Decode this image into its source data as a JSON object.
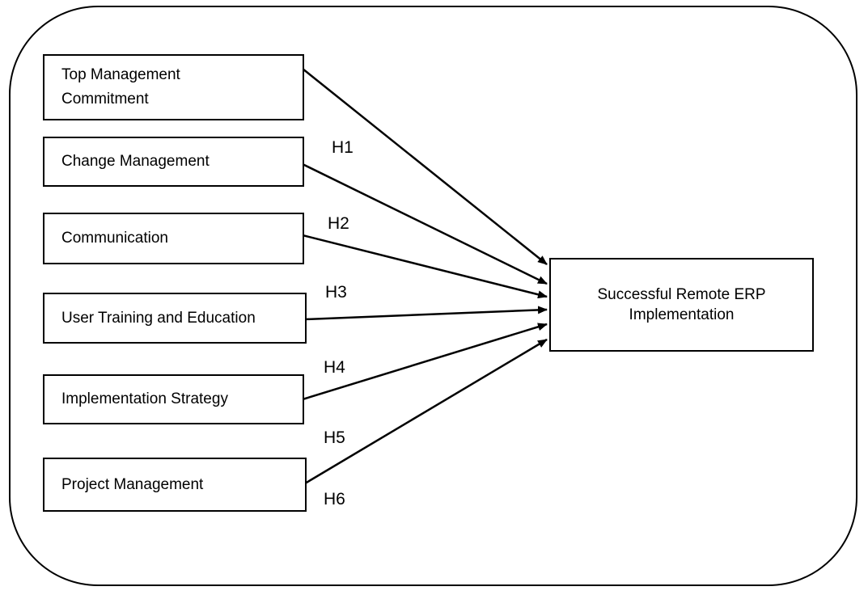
{
  "factors": [
    {
      "id": "top-management",
      "label": "Top Management Commitment"
    },
    {
      "id": "change-management",
      "label": "Change Management"
    },
    {
      "id": "communication",
      "label": "Communication"
    },
    {
      "id": "user-training",
      "label": "User Training and Education"
    },
    {
      "id": "implementation-strategy",
      "label": "Implementation Strategy"
    },
    {
      "id": "project-management",
      "label": "Project Management"
    }
  ],
  "outcome": {
    "label": "Successful Remote ERP Implementation"
  },
  "hypotheses": [
    "H1",
    "H2",
    "H3",
    "H4",
    "H5",
    "H6"
  ],
  "colors": {
    "stroke": "#000000",
    "background": "#ffffff"
  }
}
